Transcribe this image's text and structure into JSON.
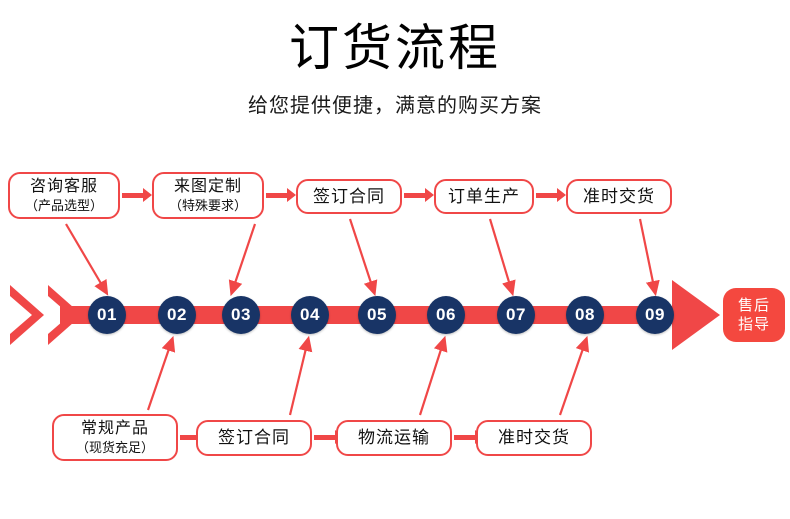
{
  "header": {
    "title": "订货流程",
    "subtitle": "给您提供便捷，满意的购买方案"
  },
  "colors": {
    "accent_red": "#f04747",
    "circle_navy": "#183466",
    "end_box_red": "#f4483f",
    "text_black": "#111111",
    "background": "#ffffff"
  },
  "top_row": {
    "boxes": [
      {
        "main": "咨询客服",
        "sub": "（产品选型）",
        "step": "01"
      },
      {
        "main": "来图定制",
        "sub": "（特殊要求）",
        "step": "03"
      },
      {
        "main": "签订合同",
        "sub": "",
        "step": "05"
      },
      {
        "main": "订单生产",
        "sub": "",
        "step": "07"
      },
      {
        "main": "准时交货",
        "sub": "",
        "step": "09"
      }
    ]
  },
  "bottom_row": {
    "boxes": [
      {
        "main": "常规产品",
        "sub": "（现货充足）",
        "step": "02"
      },
      {
        "main": "签订合同",
        "sub": "",
        "step": "04"
      },
      {
        "main": "物流运输",
        "sub": "",
        "step": "06"
      },
      {
        "main": "准时交货",
        "sub": "",
        "step": "08"
      }
    ]
  },
  "timeline": {
    "steps": [
      "01",
      "02",
      "03",
      "04",
      "05",
      "06",
      "07",
      "08",
      "09"
    ],
    "end_label_line1": "售后",
    "end_label_line2": "指导",
    "start_icon": "double-chevron-right-icon",
    "end_icon": "arrow-right-icon"
  }
}
